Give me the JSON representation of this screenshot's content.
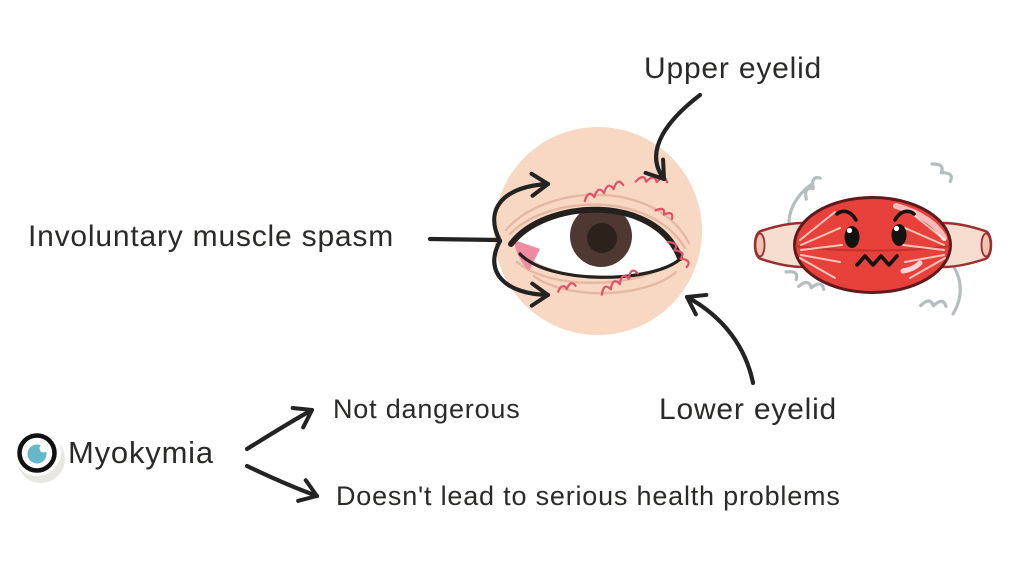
{
  "diagram": {
    "topic_label": "Myokymia",
    "labels": {
      "upper_eyelid": "Upper eyelid",
      "involuntary_muscle_spasm": "Involuntary muscle spasm",
      "lower_eyelid": "Lower eyelid",
      "myokymia": "Myokymia",
      "not_dangerous": "Not dangerous",
      "no_serious_problems": "Doesn't lead to serious health problems"
    },
    "icons": {
      "myokymia_bullet": "eye-icon"
    },
    "colors": {
      "background": "#ffffff",
      "text": "#2b2a28",
      "arrow_line": "#232323",
      "eye_skin": "#f8d7c3",
      "eyelid_crease": "#e4b9a3",
      "iris_brown": "#4e3831",
      "pupil_brown": "#2d211c",
      "caruncle_pink": "#ef8aa0",
      "spasm_squiggle_red": "#e25068",
      "muscle_red": "#e8413c",
      "muscle_outline": "#5f1a1c",
      "tendon_cream": "#f6ddd0",
      "tendon_outline": "#9c2f2e",
      "vibration_gray": "#b6bdbf",
      "icon_teal": "#67b7cb"
    }
  }
}
